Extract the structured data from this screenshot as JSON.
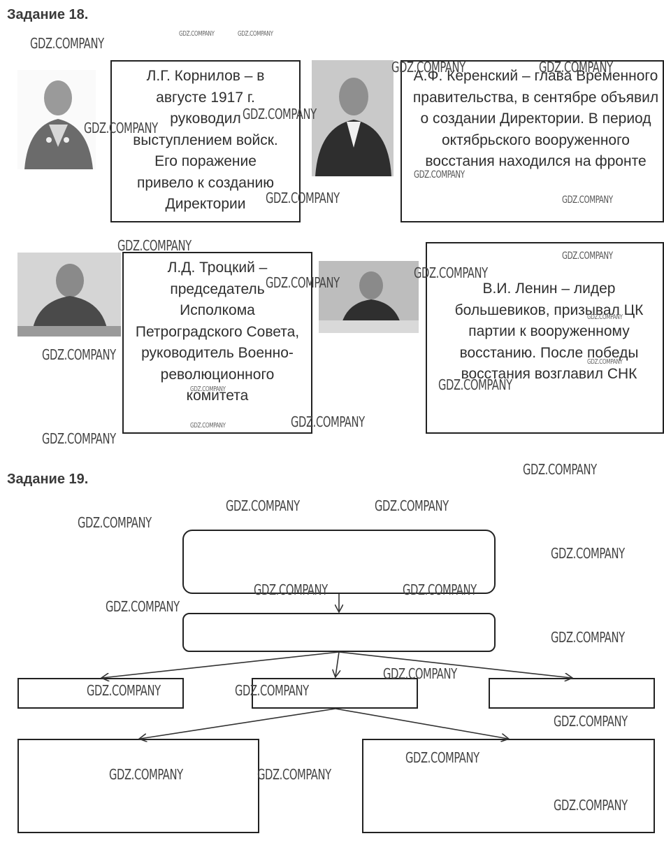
{
  "task18": {
    "heading": "Задание 18.",
    "cards": [
      {
        "name": "kornilov",
        "text": "Л.Г. Корнилов – в августе 1917 г. руководил выступлением войск. Его поражение привело к созданию Директории"
      },
      {
        "name": "kerensky",
        "text": "А.Ф. Керенский – глава Временного правительства, в сентябре объявил о создании Директории. В период октябрьского вооруженного восстания находился на фронте"
      },
      {
        "name": "trotsky",
        "text": "Л.Д. Троцкий – председатель Исполкома Петроградского Совета, руководитель Военно-революционного комитета"
      },
      {
        "name": "lenin",
        "text": "В.И. Ленин – лидер большевиков, призывал ЦК партии к вооруженному восстанию. После победы восстания возглавил СНК"
      }
    ]
  },
  "task19": {
    "heading": "Задание 19."
  },
  "watermark": "GDZ.COMPANY"
}
